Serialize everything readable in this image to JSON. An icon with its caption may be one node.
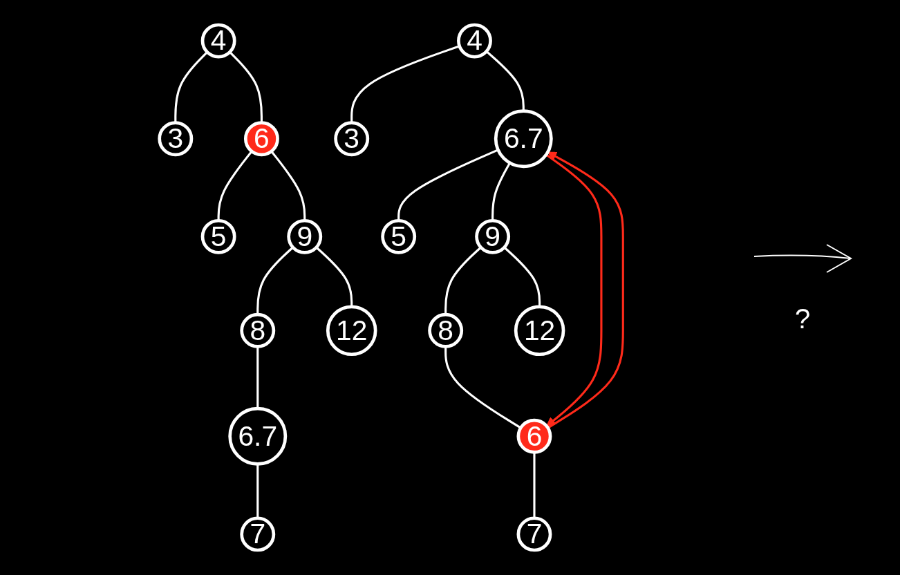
{
  "diagram": {
    "nodes": [
      {
        "text": [
          "4"
        ]
      },
      {
        "text": [
          "3"
        ]
      },
      {
        "text": [
          "6"
        ]
      },
      {
        "text": [
          "5"
        ]
      },
      {
        "text": [
          "9"
        ]
      },
      {
        "text": [
          "8"
        ]
      },
      {
        "text": [
          "12"
        ]
      },
      {
        "text": [
          "6.7"
        ]
      },
      {
        "text": [
          "7"
        ]
      },
      {
        "text": [
          "4"
        ]
      },
      {
        "text": [
          "3"
        ]
      },
      {
        "text": [
          "6.7"
        ]
      },
      {
        "text": [
          "5"
        ]
      },
      {
        "text": [
          "9"
        ]
      },
      {
        "text": [
          "8"
        ]
      },
      {
        "text": [
          "12"
        ]
      },
      {
        "text": [
          "6"
        ]
      },
      {
        "text": [
          "7"
        ]
      }
    ],
    "edges": [
      {
        "from": 0,
        "to": 1,
        "arrow": "none"
      },
      {
        "from": 0,
        "to": 2,
        "arrow": "none"
      },
      {
        "from": 2,
        "to": 3,
        "arrow": "none"
      },
      {
        "from": 2,
        "to": 4,
        "arrow": "none"
      },
      {
        "from": 4,
        "to": 5,
        "arrow": "none"
      },
      {
        "from": 4,
        "to": 6,
        "arrow": "none"
      },
      {
        "from": 5,
        "to": 7,
        "arrow": "none"
      },
      {
        "from": 7,
        "to": 8,
        "arrow": "none"
      },
      {
        "from": 9,
        "to": 10,
        "arrow": "none"
      },
      {
        "from": 9,
        "to": 11,
        "arrow": "none"
      },
      {
        "from": 11,
        "to": 12,
        "arrow": "none"
      },
      {
        "from": 11,
        "to": 13,
        "arrow": "none"
      },
      {
        "from": 13,
        "to": 14,
        "arrow": "none"
      },
      {
        "from": 13,
        "to": 15,
        "arrow": "none"
      },
      {
        "from": 14,
        "to": 16,
        "arrow": "none"
      },
      {
        "from": 16,
        "to": 17,
        "arrow": "none"
      },
      {
        "from": 16,
        "to": 11,
        "arrow": "to",
        "color": "#ff2a1a"
      },
      {
        "from": 11,
        "to": 16,
        "arrow": "to",
        "color": "#ff2a1a"
      }
    ],
    "labels": [
      "?"
    ]
  }
}
